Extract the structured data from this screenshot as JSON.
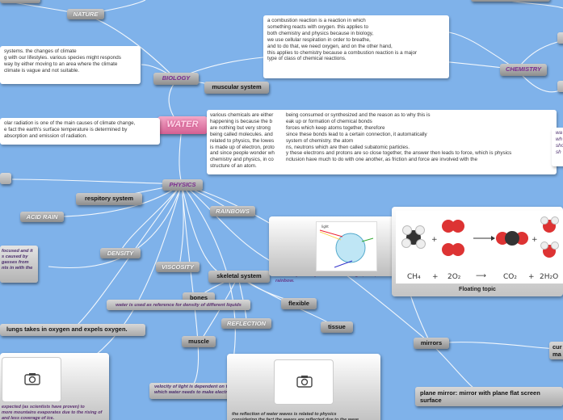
{
  "central": "WATER",
  "nodes": {
    "nature": "NATURE",
    "biology": "BIOLOGY",
    "muscular": "muscular system",
    "chemistry": "CHEMISTRY",
    "physics": "PHYSICS",
    "respiratory": "respitory system",
    "acid_rain": "ACID RAIN",
    "rainbows": "RAINBOWS",
    "density": "DENSITY",
    "viscosity": "VISCOSITY",
    "skeletal": "skeletal system",
    "bones": "bones",
    "flexible": "flexible",
    "reflection": "REFLECTION",
    "muscle": "muscle",
    "tissue": "tissue",
    "mirrors": "mirrors",
    "lungs": "lungs takes in oxygen and expels oxygen.",
    "plane_mirror": "plane mirror: mirror with plane flat screen surface",
    "floating_topic": "Floating topic",
    "cu_fragment": "cur\nma"
  },
  "notes": {
    "combustion": "a combustion reaction is a reaction in which\nsomething reacts with oxygen. this applies to\nboth chemistry and physics because in biology,\nwe use cellular respiration in order to breathe,\nand to do that, we need oxygen, and on the other hand,\nthis applies to chemistry because a combustion reaction is a major\ntype of class of chemical reactions.",
    "climate": "systems. the changes of climate\ng with our lifestyles. various species might responds\nway by either moving to an area where the climate\nclimate is vague and not suitable.",
    "solar": "olar radiation is one of the main causes of climate change,\ne fact the earth's surface temperature is determined by\nabsorption and emission of radiation.",
    "chem_left": "various chemicals are either\nhappening is because the b\nare nothing but very strong\nbeing called molecules. and\nrelated to physics, the lowes\nis made up of electron, proto\nand since people wonder wh\nchemistry and physics, in co\nstructure of an atom.",
    "chem_right": "being consumed or synthesized and the reason as to why this is\neak up or formation of chemical bonds\nforces which keep atoms together, therefore\nsince these bonds lead to a certain connection, it automatically\nsystem of chemistry. the atom\nns, neutrons which are then called subatomic particles.\ny these electrons and protons are so close together, the answer then leads to force, which is physics\nnclusion have much to do with one another, as friction and force are involved with the",
    "right_edge": "wa\nwh\nsho\nsh"
  },
  "italics": {
    "rainbow_note": "water droplets disperse and reflect light, thus, cre\nrainbow.",
    "reference": "water is used as reference for density of different liquids",
    "velocity": "velocity of light is dependent on the density of water in\nwhich water needs to make electricity.",
    "acid_note": "focused and it\ns caused by\ngasses from\nnts in with the",
    "bottom_left": "expected (as scientists have proven) to\nmore mountains evaporates due to the rising of\nand less coverage of ice.",
    "bottom_mid": "the reflection of water waves is related to physics\nconsidering the fact the waves are reflected due to the wave"
  },
  "formula": {
    "reactant1": "CH₄",
    "plus1": "+",
    "reactant2": "2O₂",
    "arrow": "⟶",
    "product1": "CO₂",
    "plus2": "+",
    "product2": "2H₂O"
  },
  "icons": {
    "camera": "camera-icon",
    "methane": "methane-molecule-icon",
    "oxygen": "oxygen-molecule-icon",
    "co2": "carbon-dioxide-molecule-icon",
    "water": "water-molecule-icon",
    "prism": "light-refraction-diagram"
  },
  "colors": {
    "background": "#7fb2ea",
    "central": "#e26a9d",
    "node": "#a9a9a9",
    "link": "#ffffff"
  }
}
